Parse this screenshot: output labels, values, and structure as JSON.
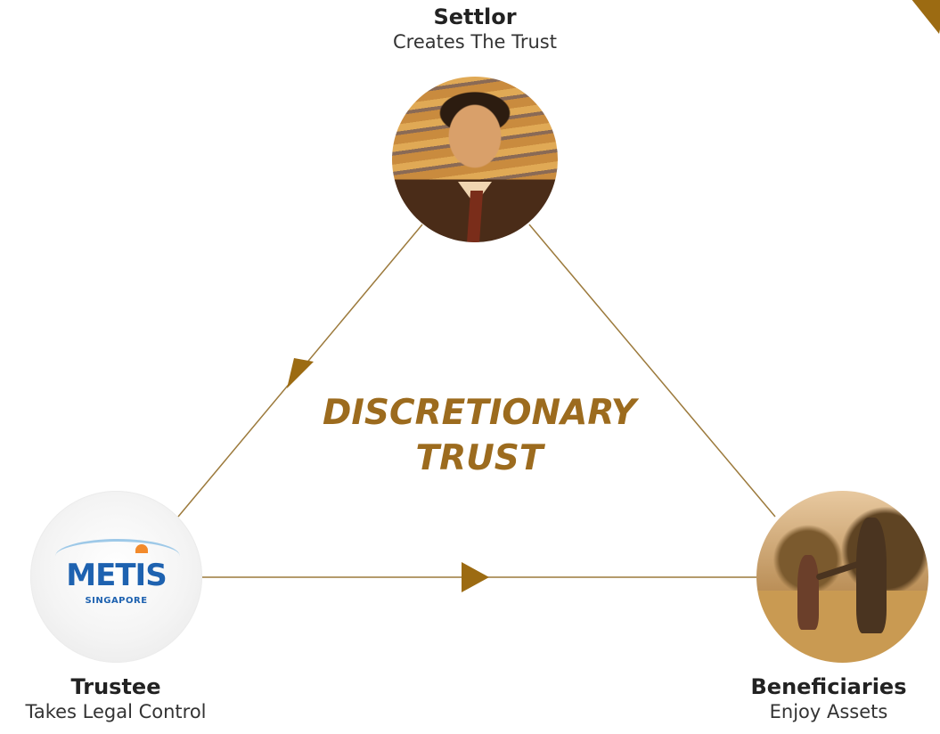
{
  "diagram": {
    "center_title": {
      "line1": "DISCRETIONARY",
      "line2": "TRUST"
    },
    "nodes": {
      "settlor": {
        "name": "Settlor",
        "role": "Creates The Trust",
        "image": "portrait-photo"
      },
      "trustee": {
        "name": "Trustee",
        "role": "Takes Legal Control",
        "image": "company-logo",
        "logo": {
          "wordmark": "METIS",
          "subtitle": "SINGAPORE"
        }
      },
      "beneficiaries": {
        "name": "Beneficiaries",
        "role": "Enjoy Assets",
        "image": "family-photo"
      }
    },
    "connections": [
      {
        "from": "settlor",
        "to": "trustee",
        "arrow": true
      },
      {
        "from": "trustee",
        "to": "beneficiaries",
        "arrow": true
      },
      {
        "from": "settlor",
        "to": "beneficiaries",
        "arrow": false
      }
    ],
    "colors": {
      "accent_gold": "#9c6b1e",
      "connector_line": "#9c7a3c",
      "arrow_fill": "#9c6b12",
      "logo_blue": "#1e62b0",
      "logo_sun": "#f28a2b"
    }
  }
}
